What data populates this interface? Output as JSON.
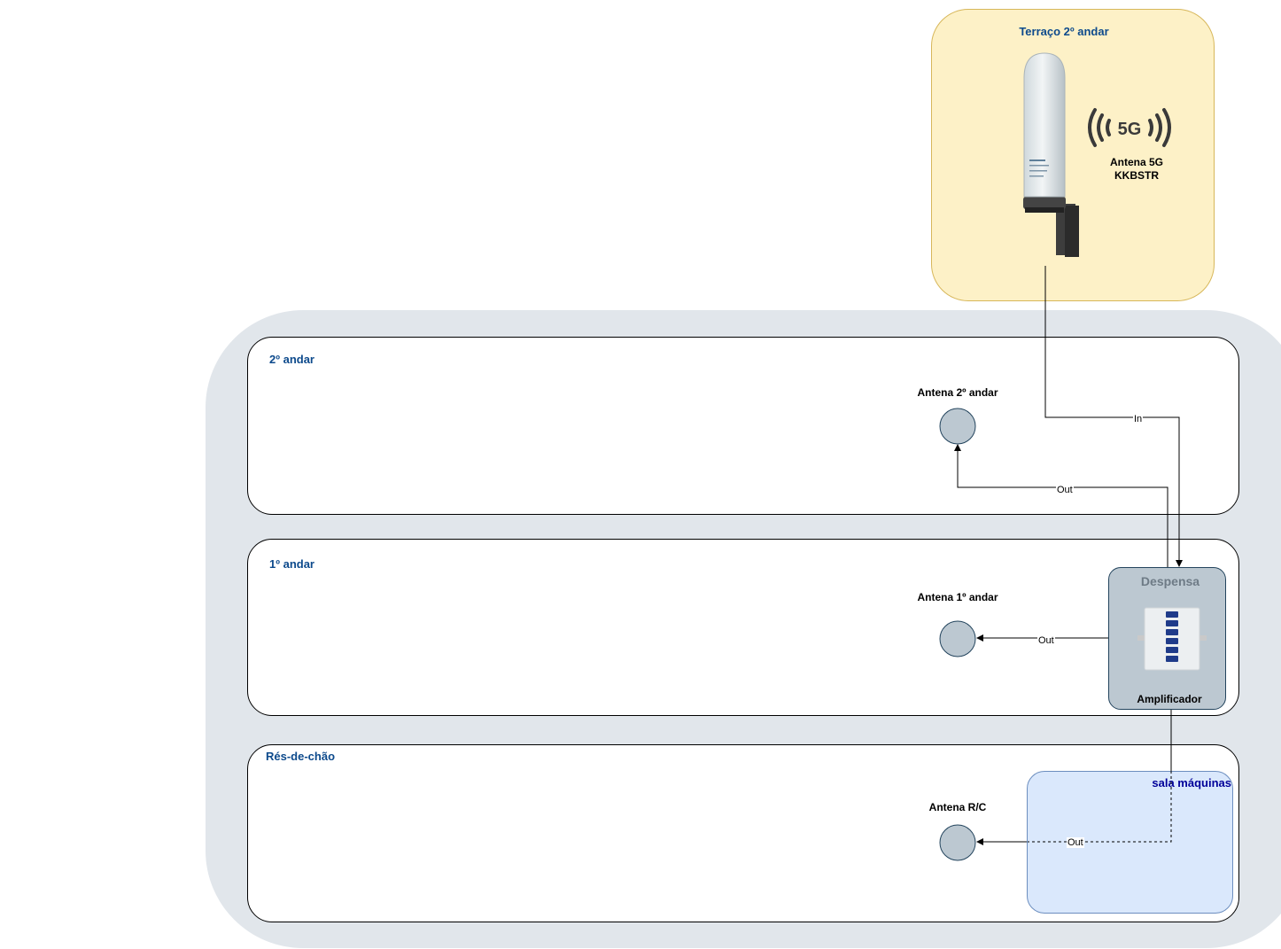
{
  "terrace": {
    "title": "Terraço 2º andar"
  },
  "antenna_5g": {
    "icon_text": "5G",
    "label_line1": "Antena 5G",
    "label_line2": "KKBSTR"
  },
  "floors": {
    "second": {
      "title": "2º andar",
      "antenna_label": "Antena 2º andar"
    },
    "first": {
      "title": "1º andar",
      "antenna_label": "Antena 1º andar"
    },
    "ground": {
      "title": "Rés-de-chão",
      "antenna_label": "Antena R/C"
    }
  },
  "pantry": {
    "title": "Despensa",
    "amplifier_label": "Amplificador"
  },
  "machine_room": {
    "title": "sala máquinas"
  },
  "connections": {
    "in_label": "In",
    "out_2": "Out",
    "out_1": "Out",
    "out_rc": "Out"
  },
  "colors": {
    "building": "#e1e6eb",
    "terrace": "#fdf1c7",
    "pantry": "#bcc8d1",
    "machine_room": "#dae8fc",
    "antenna_node": "#bcc8d1",
    "label_blue": "#0d4a8c"
  }
}
